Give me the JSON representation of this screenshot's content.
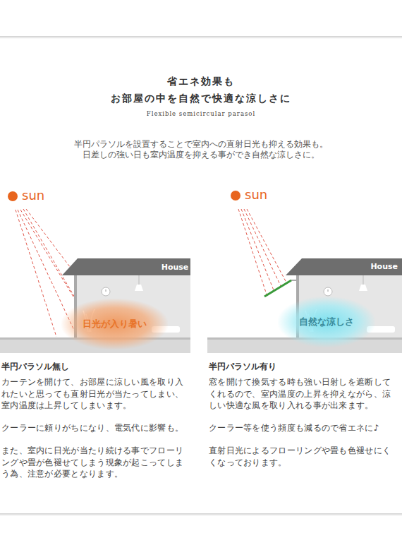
{
  "diagram": {
    "title": "省エネ効果も お部屋の中を自然で快適な涼しさに",
    "nodes": [
      {
        "text": [
          "House"
        ]
      },
      {
        "text": [
          "日光が入り暑い"
        ]
      },
      {
        "text": [
          "House"
        ]
      },
      {
        "text": [
          "自然な涼しさ"
        ]
      }
    ],
    "labels": [
      "Flexible semicircular parasol",
      "半円パラソルを設置することで室内への直射日光も抑える効果も。",
      "日差しの強い日も室内温度を抑える事ができ自然な涼しさに。",
      "sun",
      "sun",
      "半円パラソル無し",
      "カーテンを開けて、お部屋に涼しい風を取り入れたいと思っても直射日光が当たってしまい、室内温度は上昇してしまいます。",
      "クーラーに頼りがちになり、電気代に影響も。",
      "また、室内に日光が当たり続ける事でフローリングや畳が色褪せてしまう現象が起こってしまう為、注意が必要となります。",
      "半円パラソル有り",
      "窓を開けて換気する時も強い日射しを遮断してくれるので、室内温度の上昇を抑えながら、涼しい快適な風を取り入れる事が出来ます。",
      "クーラー等を使う頻度も減るので省エネに♪",
      "直射日光によるフローリングや畳も色褪せにくくなっております。"
    ]
  }
}
